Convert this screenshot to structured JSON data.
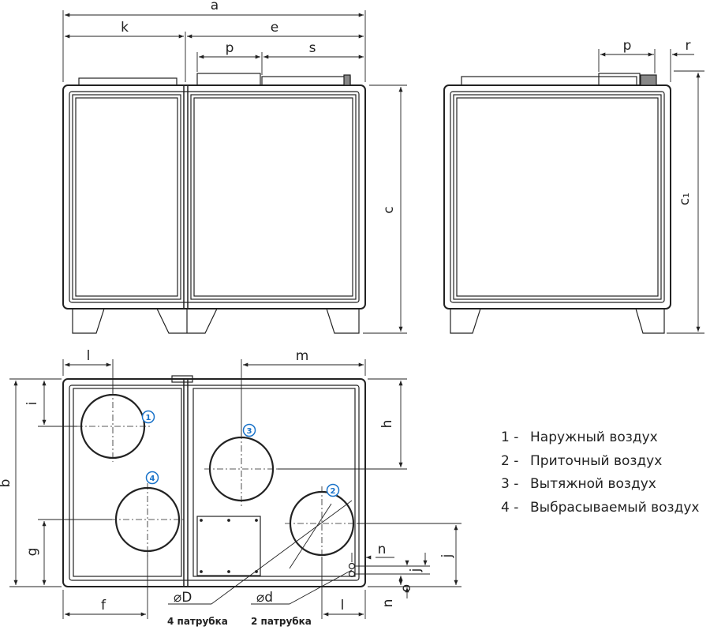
{
  "dimensions": {
    "a": "a",
    "k": "k",
    "e": "e",
    "p": "p",
    "s": "s",
    "c": "c",
    "r": "r",
    "c1": "c₁",
    "l": "l",
    "m": "m",
    "i": "i",
    "h": "h",
    "b": "b",
    "g": "g",
    "f": "f",
    "n": "n",
    "j": "j",
    "o": "o",
    "D": "⌀D",
    "d": "⌀d"
  },
  "notes": {
    "D_count": "4 патрубка",
    "d_count": "2 патрубка"
  },
  "ports": [
    "1",
    "2",
    "3",
    "4"
  ],
  "legend": [
    {
      "num": "1 -",
      "label": "Наружный воздух"
    },
    {
      "num": "2 -",
      "label": "Приточный воздух"
    },
    {
      "num": "3 -",
      "label": "Вытяжной воздух"
    },
    {
      "num": "4 -",
      "label": "Выбрасываемый воздух"
    }
  ],
  "colors": {
    "line": "#222222",
    "port_label": "#1a73c9",
    "background": "#ffffff"
  }
}
